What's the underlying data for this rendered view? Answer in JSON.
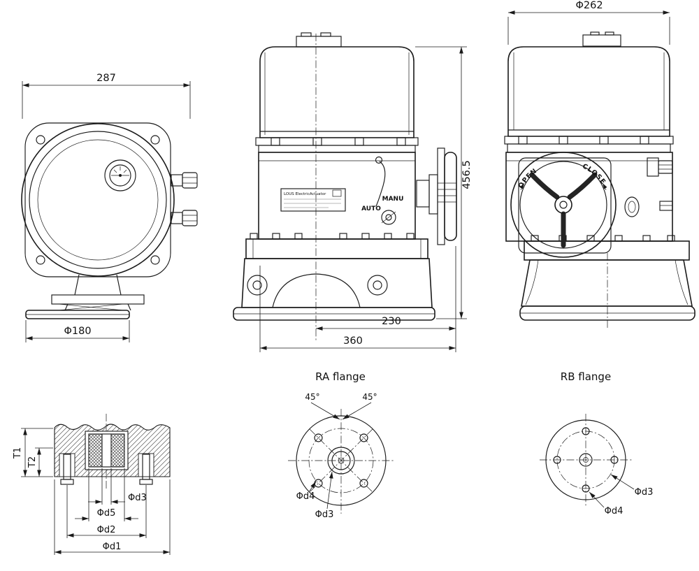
{
  "page": {
    "background": "#ffffff",
    "line_color": "#1a1a1a"
  },
  "front_view": {
    "width_dim": "287",
    "base_dim": "Φ180"
  },
  "side_view": {
    "height_dim": "456.5",
    "center_to_handwheel_dim": "230",
    "overall_depth_dim": "360",
    "manu_label": "MANU",
    "auto_label": "AUTO",
    "nameplate_text": "LOUS ElectricActuator"
  },
  "rear_view": {
    "cover_dim": "Φ262",
    "open_label": "OPEN",
    "close_label": "CLOSE"
  },
  "section_view": {
    "t1": "T1",
    "t2": "T2",
    "d3": "Φd3",
    "d5": "Φd5",
    "d2": "Φd2",
    "d1": "Φd1"
  },
  "ra_flange": {
    "title": "RA flange",
    "angle_left": "45°",
    "angle_right": "45°",
    "d4": "Φd4",
    "d3": "Φd3"
  },
  "rb_flange": {
    "title": "RB flange",
    "d3": "Φd3",
    "d4": "Φd4"
  }
}
